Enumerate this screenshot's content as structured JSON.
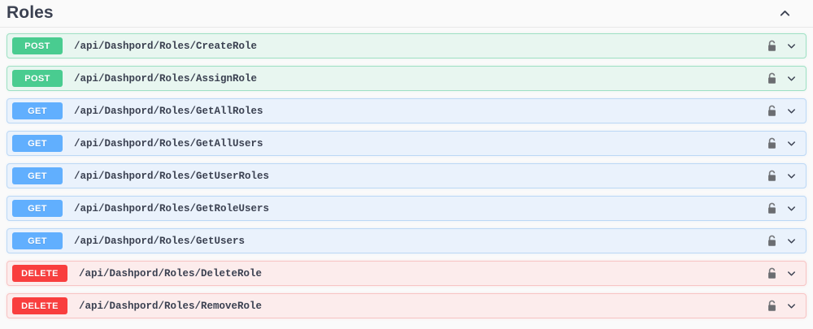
{
  "section": {
    "title": "Roles",
    "collapse_icon": "chevron-up-icon",
    "expanded": true
  },
  "operations": [
    {
      "method": "POST",
      "path": "/api/Dashpord/Roles/CreateRole",
      "lock_icon": "lock-icon",
      "expand_icon": "chevron-down-icon"
    },
    {
      "method": "POST",
      "path": "/api/Dashpord/Roles/AssignRole",
      "lock_icon": "lock-icon",
      "expand_icon": "chevron-down-icon"
    },
    {
      "method": "GET",
      "path": "/api/Dashpord/Roles/GetAllRoles",
      "lock_icon": "lock-icon",
      "expand_icon": "chevron-down-icon"
    },
    {
      "method": "GET",
      "path": "/api/Dashpord/Roles/GetAllUsers",
      "lock_icon": "lock-icon",
      "expand_icon": "chevron-down-icon"
    },
    {
      "method": "GET",
      "path": "/api/Dashpord/Roles/GetUserRoles",
      "lock_icon": "lock-icon",
      "expand_icon": "chevron-down-icon"
    },
    {
      "method": "GET",
      "path": "/api/Dashpord/Roles/GetRoleUsers",
      "lock_icon": "lock-icon",
      "expand_icon": "chevron-down-icon"
    },
    {
      "method": "GET",
      "path": "/api/Dashpord/Roles/GetUsers",
      "lock_icon": "lock-icon",
      "expand_icon": "chevron-down-icon"
    },
    {
      "method": "DELETE",
      "path": "/api/Dashpord/Roles/DeleteRole",
      "lock_icon": "lock-icon",
      "expand_icon": "chevron-down-icon"
    },
    {
      "method": "DELETE",
      "path": "/api/Dashpord/Roles/RemoveRole",
      "lock_icon": "lock-icon",
      "expand_icon": "chevron-down-icon"
    }
  ],
  "colors": {
    "post": "#49cc90",
    "get": "#61affe",
    "delete": "#f93e3e",
    "text": "#3b4151",
    "page_background": "#fafafa"
  }
}
